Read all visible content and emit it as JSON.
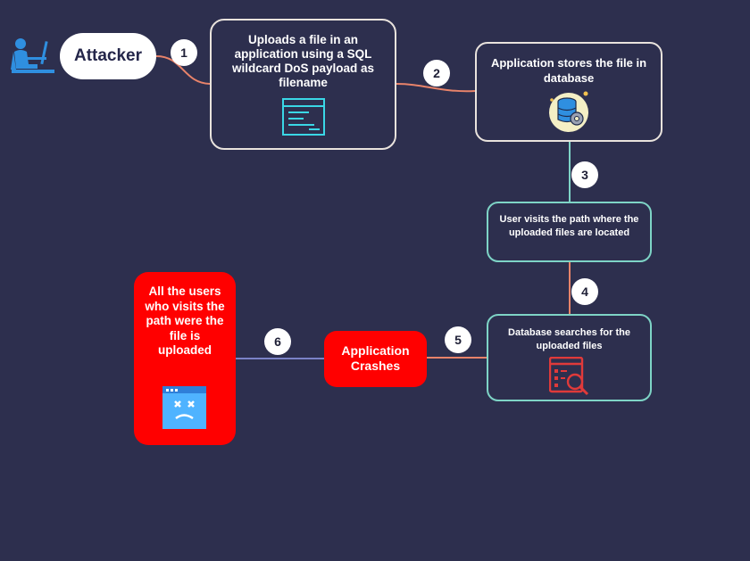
{
  "nodes": {
    "attacker": "Attacker",
    "step1": "Uploads a file in an application using a SQL wildcard DoS payload as filename",
    "step2": "Application stores the file in database",
    "step3": "User visits the path where the uploaded files are located",
    "step4": "Database searches for the uploaded files",
    "crash": "Application Crashes",
    "users": "All the users who visits the path were the file is uploaded"
  },
  "badges": [
    "1",
    "2",
    "3",
    "4",
    "5",
    "6"
  ],
  "colors": {
    "background": "#2d2f4e",
    "link_orange": "#e8836a",
    "link_teal": "#7ed4c6",
    "link_blue": "#7b82c7",
    "alert_red": "#ff0000",
    "icon_blue": "#2f8fe0",
    "icon_cyan": "#3ad7e6"
  },
  "icons": [
    "person-at-computer-icon",
    "code-window-icon",
    "database-settings-icon",
    "database-search-icon",
    "crashed-browser-icon"
  ]
}
